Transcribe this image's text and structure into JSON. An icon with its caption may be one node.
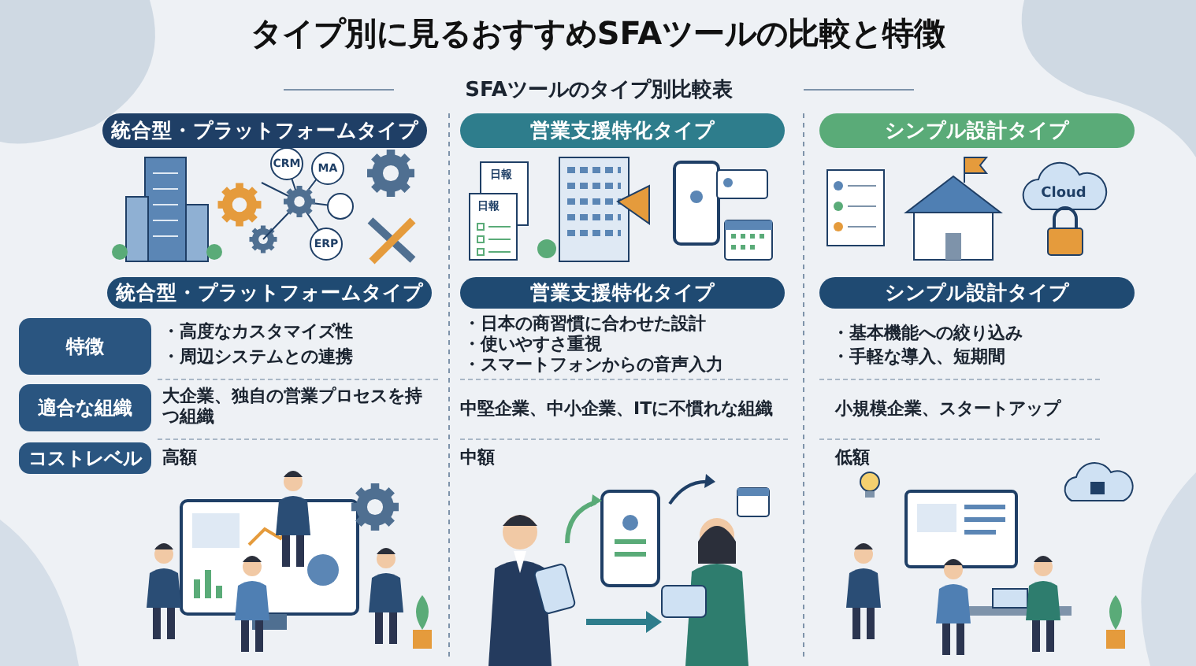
{
  "diagram": {
    "title": "タイプ別に見るおすすめSFAツールの比較と特徴",
    "nodes": [
      {
        "text": [
          "統合型・プラットフォームタイプ"
        ]
      },
      {
        "text": [
          "営業支援特化タイプ"
        ]
      },
      {
        "text": [
          "シンプル設計タイプ"
        ]
      },
      {
        "text": [
          "統合型・プラットフォームタイプ"
        ]
      },
      {
        "text": [
          "営業支援特化タイプ"
        ]
      },
      {
        "text": [
          "シンプル設計タイプ"
        ]
      },
      {
        "text": [
          "特徴"
        ]
      },
      {
        "text": [
          "適合な組織"
        ]
      },
      {
        "text": [
          "コストレベル"
        ]
      }
    ],
    "edges": [],
    "labels": [
      "SFAツールのタイプ別比較表",
      "CRM",
      "MA",
      "ERP",
      "日報",
      "日報",
      "Cloud",
      "・高度なカスタマイズ性",
      "・周辺システムとの連携",
      "・日本の商習慣に合わせた設計",
      "・使いやすさ重視",
      "・スマートフォンからの音声入力",
      "・基本機能への絞り込み",
      "・手軽な導入、短期間",
      "大企業、独自の営業プロセスを持つ組織",
      "中堅企業、中小企業、ITに不慣れな組織",
      "小規模企業、スタートアップ",
      "高額",
      "中額",
      "低額"
    ]
  }
}
